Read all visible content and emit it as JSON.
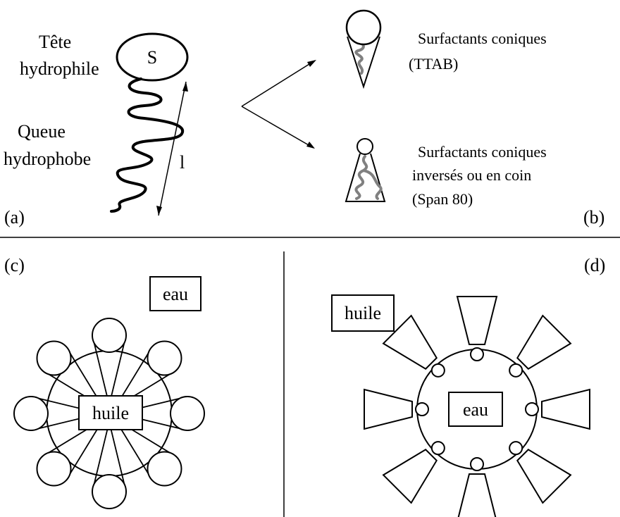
{
  "panel_a": {
    "head_label_line1": "Tête",
    "head_label_line2": "hydrophile",
    "head_symbol": "S",
    "tail_label_line1": "Queue",
    "tail_label_line2": "hydrophobe",
    "length_symbol": "l",
    "tag": "(a)"
  },
  "panel_b": {
    "conical_line1": "Surfactants coniques",
    "conical_line2": "(TTAB)",
    "inverted_line1": "Surfactants coniques",
    "inverted_line2": "inversés ou en coin",
    "inverted_line3": "(Span 80)",
    "tag": "(b)"
  },
  "panel_c": {
    "tag": "(c)",
    "outer_phase": "eau",
    "core_phase": "huile",
    "surfactant_count": 8
  },
  "panel_d": {
    "tag": "(d)",
    "outer_phase": "huile",
    "core_phase": "eau",
    "surfactant_count": 8
  },
  "colors": {
    "line": "#000000",
    "tail_gray": "#808080",
    "background": "#ffffff"
  }
}
